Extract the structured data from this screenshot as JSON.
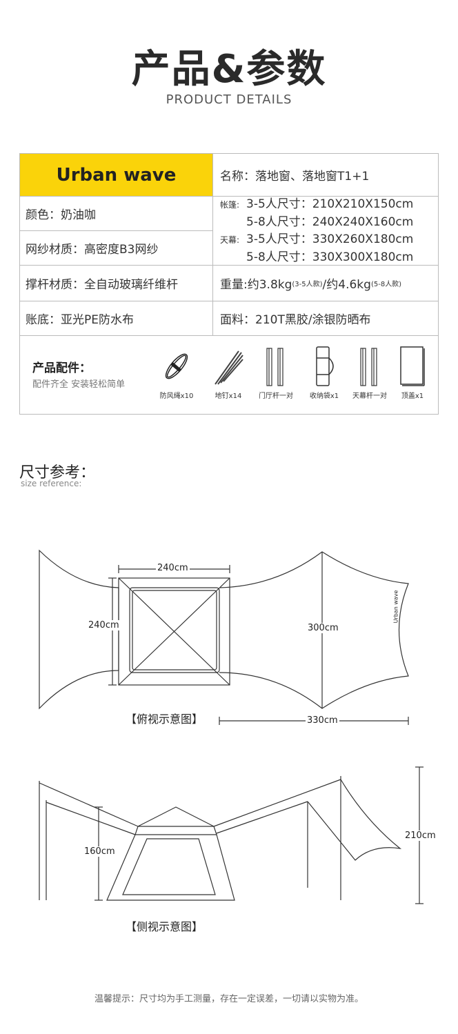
{
  "header": {
    "title": "产品&参数",
    "subtitle": "PRODUCT DETAILS"
  },
  "table": {
    "brand": "Urban wave",
    "name": "名称：落地窗、落地窗T1+1",
    "color": "颜色：奶油咖",
    "mesh": "网纱材质：高密度B3网纱",
    "pole": "撑杆材质：全自动玻璃纤维杆",
    "floor": "账底：亚光PE防水布",
    "dims": {
      "tent_prefix": "帐篷:",
      "canopy_prefix": "天幕:",
      "rows": [
        "3-5人尺寸：210X210X150cm",
        "5-8人尺寸：240X240X160cm",
        "3-5人尺寸：330X260X180cm",
        "5-8人尺寸：330X300X180cm"
      ]
    },
    "weight": {
      "a": "重量:约3.8kg",
      "a_note": "(3-5人款)",
      "b": "/约4.6kg",
      "b_note": "(5-8人款)"
    },
    "fabric": "面料：210T黑胶/涂银防晒布"
  },
  "accessories": {
    "title": "产品配件：",
    "subtitle": "配件齐全 安装轻松简单",
    "items": [
      "防风绳x10",
      "地钉x14",
      "门厅杆一对",
      "收纳袋x1",
      "天幕杆一对",
      "顶盖x1"
    ]
  },
  "size": {
    "title": "尺寸参考：",
    "subtitle": "size reference:",
    "top": {
      "width": "240cm",
      "depth": "240cm",
      "canopy_w": "300cm",
      "canopy_l": "330cm",
      "caption": "【俯视示意图】",
      "logo": "Urban wave"
    },
    "side": {
      "tent_h": "160cm",
      "canopy_h": "210cm",
      "caption": "【侧视示意图】"
    }
  },
  "note": "温馨提示：尺寸均为手工测量，存在一定误差，一切请以实物为准。"
}
